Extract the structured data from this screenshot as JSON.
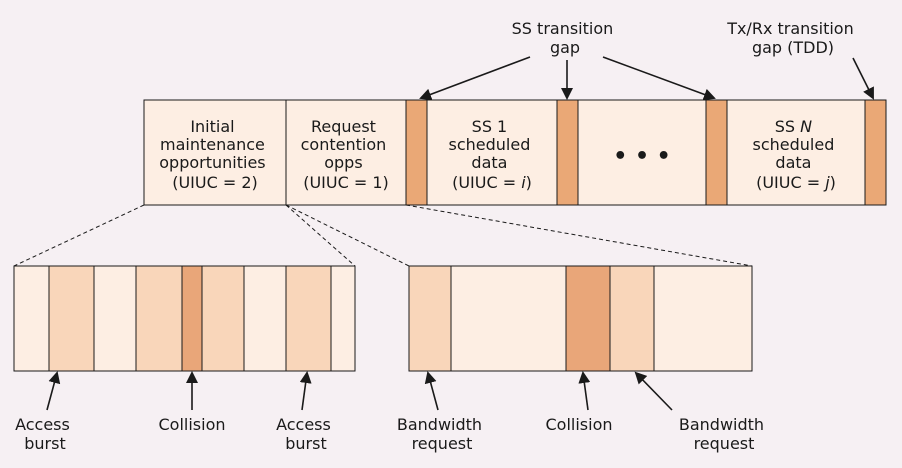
{
  "colors": {
    "background": "#f6f0f3",
    "light": "#fdeee3",
    "medium": "#f9d6ba",
    "dark": "#e9a679",
    "darker": "#eaa876",
    "stroke": "#1a1a1a"
  },
  "top_labels": {
    "ss_transition_line1": "SS transition",
    "ss_transition_line2": "gap",
    "txrx_line1": "Tx/Rx transition",
    "txrx_line2": "gap (TDD)"
  },
  "frame": {
    "initial": {
      "line1": "Initial",
      "line2": "maintenance",
      "line3": "opportunities",
      "line4": "(UIUC = 2)"
    },
    "request": {
      "line1": "Request",
      "line2": "contention",
      "line3": "opps",
      "line4": "(UIUC = 1)"
    },
    "ss1": {
      "line1": "SS 1",
      "line2": "scheduled",
      "line3": "data",
      "line4_prefix": "(UIUC = ",
      "line4_var": "i",
      "line4_suffix": ")"
    },
    "ellipsis": "• • •",
    "ssn": {
      "line1_prefix": "SS ",
      "line1_var": "N",
      "line2": "scheduled",
      "line3": "data",
      "line4_prefix": "(UIUC = ",
      "line4_var": "j",
      "line4_suffix": ")"
    }
  },
  "bottom_left_labels": {
    "access_burst_1_line1": "Access",
    "access_burst_1_line2": "burst",
    "collision": "Collision",
    "access_burst_2_line1": "Access",
    "access_burst_2_line2": "burst"
  },
  "bottom_right_labels": {
    "bandwidth_request_1_line1": "Bandwidth",
    "bandwidth_request_1_line2": "request",
    "collision": "Collision",
    "bandwidth_request_2_line1": "Bandwidth",
    "bandwidth_request_2_line2": "request"
  }
}
